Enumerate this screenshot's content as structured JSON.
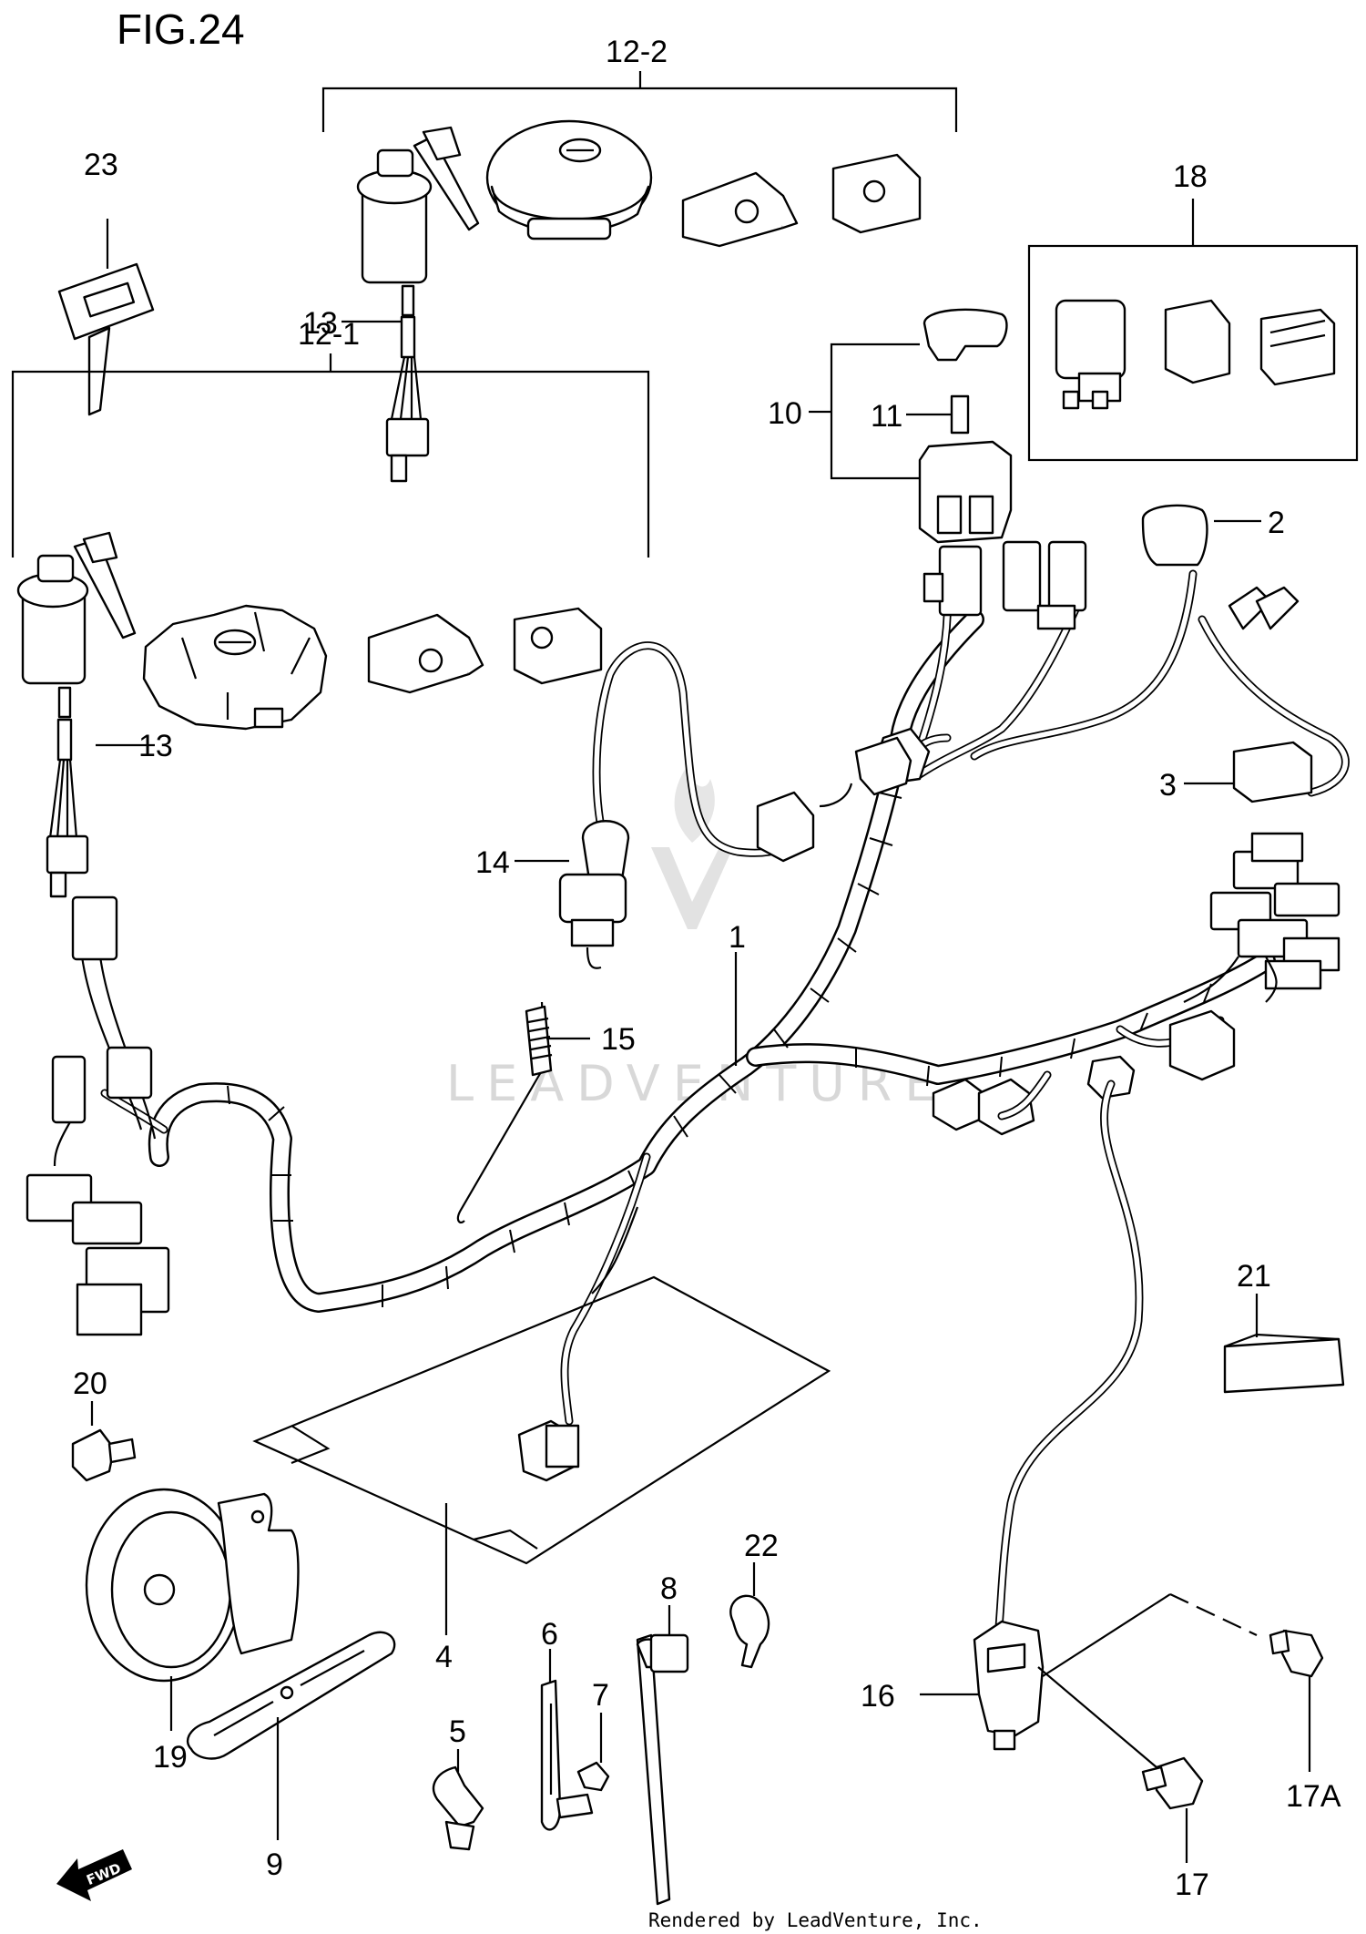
{
  "figure": {
    "title": "FIG.24",
    "credit": "Rendered by LeadVenture, Inc.",
    "watermark": "LEADVENTURE",
    "fwd_label": "FWD"
  },
  "callouts": {
    "c1": "1",
    "c2": "2",
    "c3": "3",
    "c4": "4",
    "c5": "5",
    "c6": "6",
    "c7": "7",
    "c8": "8",
    "c9": "9",
    "c10": "10",
    "c11": "11",
    "c12_1": "12-1",
    "c12_2": "12-2",
    "c13_top": "13",
    "c13_left": "13",
    "c14": "14",
    "c15": "15",
    "c16": "16",
    "c17": "17",
    "c17a": "17A",
    "c18": "18",
    "c19": "19",
    "c20": "20",
    "c21": "21",
    "c22": "22",
    "c23": "23"
  }
}
